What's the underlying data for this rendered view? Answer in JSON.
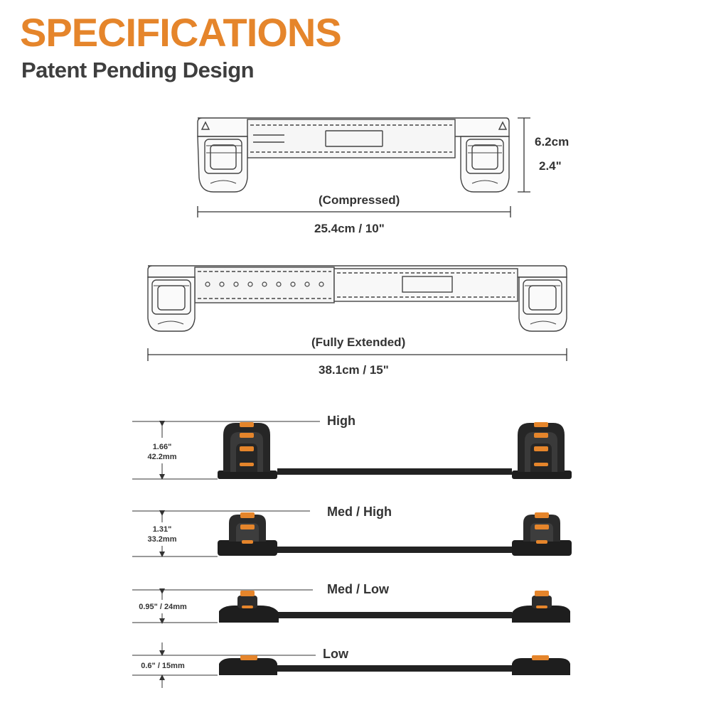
{
  "header": {
    "title": "SPECIFICATIONS",
    "subtitle": "Patent Pending Design"
  },
  "compressed": {
    "label": "(Compressed)",
    "width": "25.4cm / 10\"",
    "height_cm": "6.2cm",
    "height_in": "2.4\""
  },
  "extended": {
    "label": "(Fully Extended)",
    "width": "38.1cm / 15\""
  },
  "heights": [
    {
      "name": "High",
      "in": "1.66\"",
      "mm": "42.2mm"
    },
    {
      "name": "Med / High",
      "in": "1.31\"",
      "mm": "33.2mm"
    },
    {
      "name": "Med / Low",
      "combined": "0.95\" / 24mm"
    },
    {
      "name": "Low",
      "combined": "0.6\" / 15mm"
    }
  ],
  "colors": {
    "accent": "#e5852b",
    "text": "#3a3a3a",
    "dark": "#1e1e1e"
  }
}
